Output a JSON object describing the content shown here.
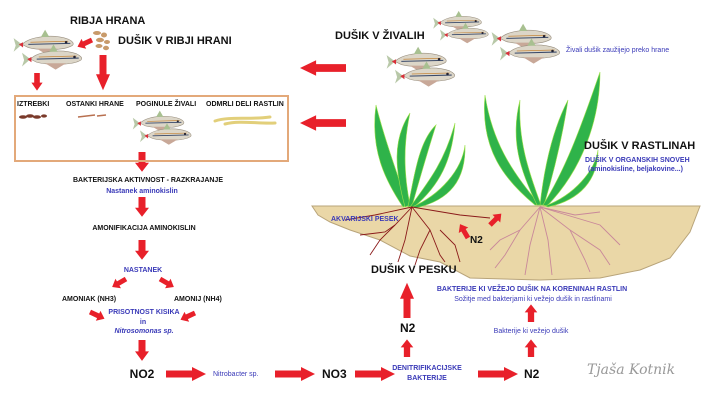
{
  "title": "Kroženje dušika v akvariju",
  "colors": {
    "arrow": "#e8202a",
    "label_dark": "#111111",
    "label_blue": "#3a3ab8",
    "box_border": "#e3a97a",
    "sand": "#ead7a7",
    "plant": "#2fb34a",
    "root_left": "#8a1a1a",
    "root_right": "#d99aa5"
  },
  "top_left": {
    "fish_food": "RIBJA HRANA",
    "nitrogen_in_food": "DUŠIK V RIBJI HRANI"
  },
  "decomposition_box": {
    "items": [
      "IZTREBKI",
      "OSTANKI HRANE",
      "POGINULE ŽIVALI",
      "ODMRLI DELI RASTLIN"
    ]
  },
  "left_chain": {
    "bacterial_activity": "BAKTERIJSKA AKTIVNOST - RAZKRAJANJE",
    "amino_formation": "Nastanek aminokislin",
    "ammonification": "AMONIFIKACIJA  AMINOKISLIN",
    "formation": "NASTANEK",
    "ammonia": "AMONIAK (NH3)",
    "ammonium": "AMONIJ (NH4)",
    "oxygen_presence": "PRISOTNOST KISIKA",
    "and": "in",
    "nitrosomonas": "Nitrosomonas sp.",
    "no2": "NO2"
  },
  "bottom_chain": {
    "nitrobacter": "Nitrobacter sp.",
    "no3": "NO3",
    "denitrifying_line1": "DENITRIFIKACIJSKE",
    "denitrifying_line2": "BAKTERIJE",
    "n2_right": "N2",
    "n2_up": "N2",
    "fixing_bacteria": "Bakterije ki vežejo dušik"
  },
  "right_side": {
    "nitrogen_in_animals": "DUŠIK V ŽIVALIH",
    "animals_note": "Živali dušik zaužijejo preko hrane",
    "nitrogen_in_plants": "DUŠIK V RASTLINAH",
    "organic_matter": "DUŠIK V ORGANSKIH SNOVEH",
    "organic_examples": "(aminokisline, beljakovine...)",
    "sand_label": "AKVARIJSKI PESEK",
    "sand_n2": "N2",
    "nitrogen_in_sand": "DUŠIK V PESKU",
    "root_bacteria": "BAKTERIJE KI VEŽEJO DUŠIK NA KORENINAH RASTLIN",
    "symbiosis": "Sožitje med bakterjami ki vežejo dušik in rastlinami"
  },
  "signature": "Tjaša Kotnik",
  "icons": [
    "fish-group-icon",
    "fish-food-icon",
    "feces-icon",
    "food-remains-icon",
    "dead-fish-icon",
    "dead-plant-icon",
    "aquatic-plant-icon",
    "roots-icon",
    "red-arrow-icon"
  ]
}
